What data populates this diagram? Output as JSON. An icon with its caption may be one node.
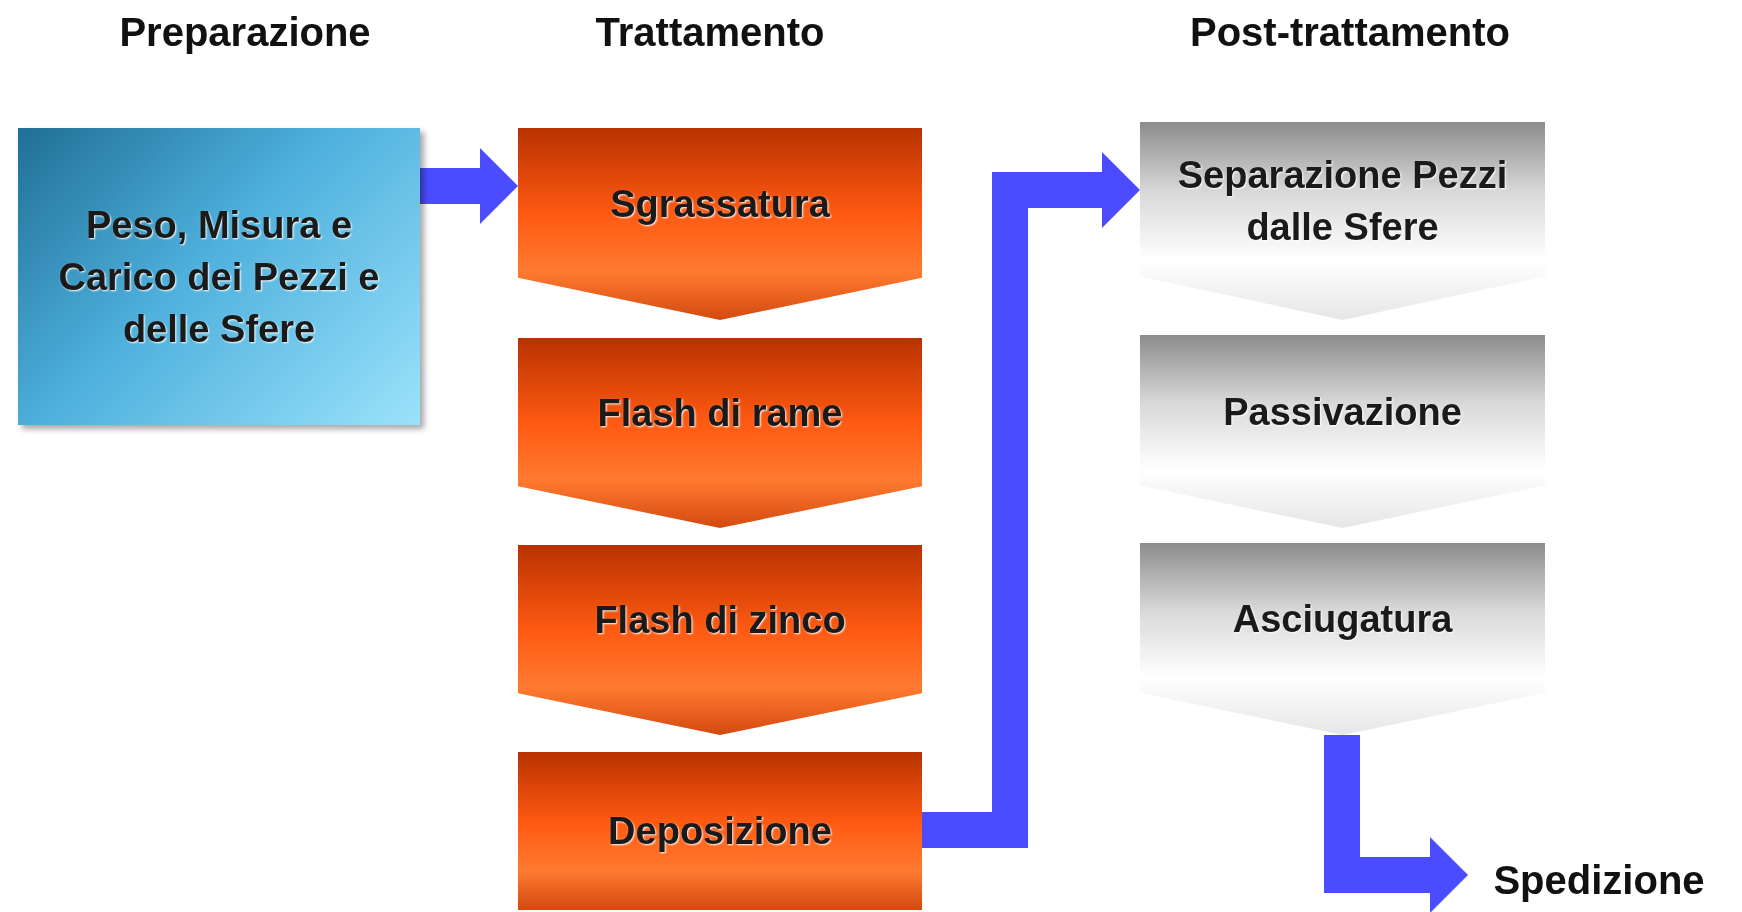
{
  "diagram": {
    "nodes": [
      {
        "text": [
          "Peso, Misura e Carico dei Pezzi e delle Sfere"
        ]
      },
      {
        "text": [
          "Sgrassatura"
        ]
      },
      {
        "text": [
          "Flash di rame"
        ]
      },
      {
        "text": [
          "Flash di zinco"
        ]
      },
      {
        "text": [
          "Deposizione"
        ]
      },
      {
        "text": [
          "Separazione Pezzi dalle Sfere"
        ]
      },
      {
        "text": [
          "Passivazione"
        ]
      },
      {
        "text": [
          "Asciugatura"
        ]
      },
      {
        "text": [
          "Spedizione"
        ]
      }
    ],
    "edges": [
      {
        "from": 0,
        "to": 1,
        "arrow": "to"
      },
      {
        "from": 4,
        "to": 5,
        "arrow": "to"
      },
      {
        "from": 7,
        "to": 8,
        "arrow": "to"
      }
    ],
    "labels": [
      "Preparazione",
      "Trattamento",
      "Post-trattamento"
    ]
  }
}
